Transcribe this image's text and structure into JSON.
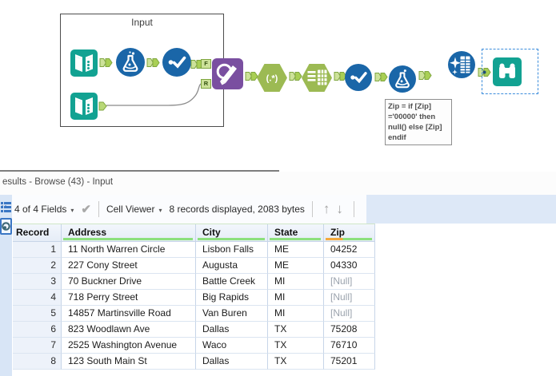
{
  "colors": {
    "tool_teal": "#12a292",
    "tool_blue": "#1a66a8",
    "tool_purple": "#7a4fa0",
    "tool_green": "#9cba53",
    "connector_green": "#a9cf55",
    "selection_blue": "#3c8ddc",
    "quality_green": "#8ce07d",
    "quality_orange": "#f4a93d",
    "strip_blue": "#d8e5f6"
  },
  "workflow": {
    "container_label": "Input",
    "regex_label": "(.*)",
    "anchors": {
      "find": "F",
      "replace": "R"
    },
    "annotation_lines": [
      "Zip = if [Zip]",
      "='00000' then",
      "null() else [Zip]",
      "endif"
    ],
    "tool_icons": [
      "input-data",
      "formula",
      "select",
      "input-data",
      "find-replace",
      "regex",
      "text-to-columns",
      "select",
      "formula",
      "data-cleansing",
      "browse"
    ]
  },
  "results_panel": {
    "title": "esults - Browse (43) - Input",
    "toolbar": {
      "fields_selector": "4 of 4 Fields",
      "cell_viewer_label": "Cell Viewer",
      "records_info": "8 records displayed, 2083 bytes"
    },
    "table": {
      "columns": [
        "Record",
        "Address",
        "City",
        "State",
        "Zip"
      ],
      "null_display": "[Null]",
      "rows": [
        {
          "record": "1",
          "address": "11 North Warren Circle",
          "city": "Lisbon Falls",
          "state": "ME",
          "zip": "04252"
        },
        {
          "record": "2",
          "address": "227 Cony Street",
          "city": "Augusta",
          "state": "ME",
          "zip": "04330"
        },
        {
          "record": "3",
          "address": "70 Buckner Drive",
          "city": "Battle Creek",
          "state": "MI",
          "zip": "[Null]"
        },
        {
          "record": "4",
          "address": "718 Perry Street",
          "city": "Big Rapids",
          "state": "MI",
          "zip": "[Null]"
        },
        {
          "record": "5",
          "address": "14857 Martinsville Road",
          "city": "Van Buren",
          "state": "MI",
          "zip": "[Null]"
        },
        {
          "record": "6",
          "address": "823 Woodlawn Ave",
          "city": "Dallas",
          "state": "TX",
          "zip": "75208"
        },
        {
          "record": "7",
          "address": "2525 Washington Avenue",
          "city": "Waco",
          "state": "TX",
          "zip": "76710"
        },
        {
          "record": "8",
          "address": "123 South Main St",
          "city": "Dallas",
          "state": "TX",
          "zip": "75201"
        }
      ]
    }
  }
}
